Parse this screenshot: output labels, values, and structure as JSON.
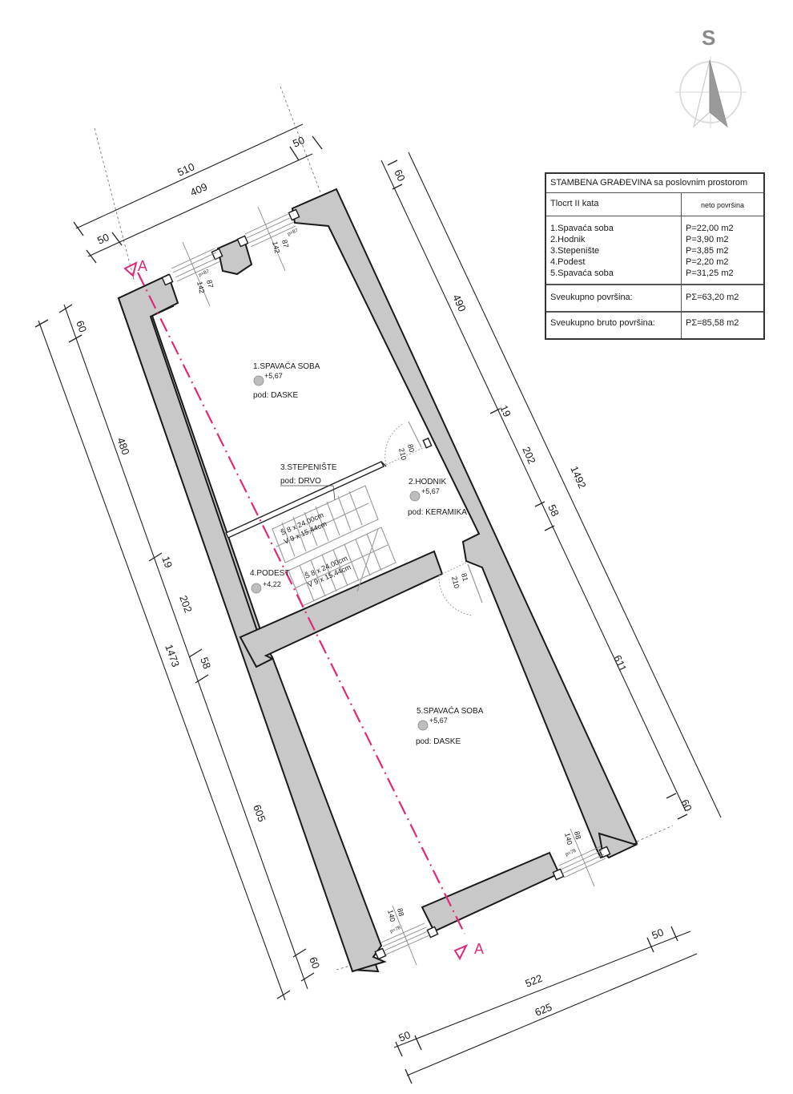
{
  "legend": {
    "title": "STAMBENA GRAĐEVINA sa poslovnim prostorom",
    "subtitle": "Tlocrt II kata",
    "column_header": "neto površina",
    "rooms": [
      {
        "name": "1.Spavaća soba",
        "area": "P=22,00 m2"
      },
      {
        "name": "2.Hodnik",
        "area": "P=3,90 m2"
      },
      {
        "name": "3.Stepenište",
        "area": "P=3,85 m2"
      },
      {
        "name": "4.Podest",
        "area": "P=2,20 m2"
      },
      {
        "name": "5.Spavaća soba",
        "area": "P=31,25 m2"
      }
    ],
    "total_net_label": "Sveukupno površina:",
    "total_net_value": "PΣ=63,20 m2",
    "total_gross_label": "Sveukupno bruto površina:",
    "total_gross_value": "PΣ=85,58 m2"
  },
  "north_arrow": {
    "label": "S",
    "icon": "north-arrow-icon"
  },
  "rooms": {
    "r1": {
      "name": "1.SPAVAĆA SOBA",
      "level": "+5,67",
      "floor": "pod: DASKE"
    },
    "r2": {
      "name": "2.HODNIK",
      "level": "+5,67",
      "floor": "pod: KERAMIKA"
    },
    "r3": {
      "name": "3.STEPENIŠTE",
      "floor": "pod: DRVO"
    },
    "r4": {
      "name": "4.PODEST",
      "level": "+4,22"
    },
    "r5": {
      "name": "5.SPAVAĆA SOBA",
      "level": "+5,67",
      "floor": "pod: DASKE"
    }
  },
  "stairs": {
    "flight1_tread": "Š 8 x 24,00cm",
    "flight1_riser": "V 9 x 15,44cm",
    "flight2_tread": "Š 8 x 24,00cm",
    "flight2_riser": "V 9 x 15,44cm"
  },
  "doors": {
    "d1_width": "80",
    "d1_height": "210",
    "d2_width": "81",
    "d2_height": "210"
  },
  "windows": {
    "top_left": {
      "height": "142",
      "width": "87",
      "sill": "p=87"
    },
    "top_right": {
      "height": "142",
      "width": "87",
      "sill": "p=87"
    },
    "bottom_left": {
      "height": "140",
      "width": "88",
      "sill": "p=78"
    },
    "bottom_right": {
      "height": "140",
      "width": "88",
      "sill": "p=78"
    }
  },
  "section": {
    "label_top": "A",
    "label_bottom": "A"
  },
  "dimensions": {
    "top_total": "510",
    "top_inner": "409",
    "top_left_wall": "50",
    "top_right_wall": "50",
    "right_top_wall": "60",
    "right_room1": "490",
    "right_wall_19": "19",
    "right_hall": "202",
    "right_wall_58": "58",
    "right_room5": "611",
    "right_bottom_wall": "60",
    "right_total": "1492",
    "left_top_wall": "60",
    "left_room1": "480",
    "left_wall_19": "19",
    "left_podest": "202",
    "left_wall_58": "58",
    "left_room5": "605",
    "left_bottom_wall": "60",
    "left_total": "1473",
    "bottom_inner": "522",
    "bottom_total": "625",
    "bottom_left_wall": "50",
    "bottom_right_wall": "50"
  },
  "colors": {
    "wall_fill": "#c8c8c8",
    "section_line": "#e0287a",
    "north_arrow": "#8a8a8a"
  }
}
